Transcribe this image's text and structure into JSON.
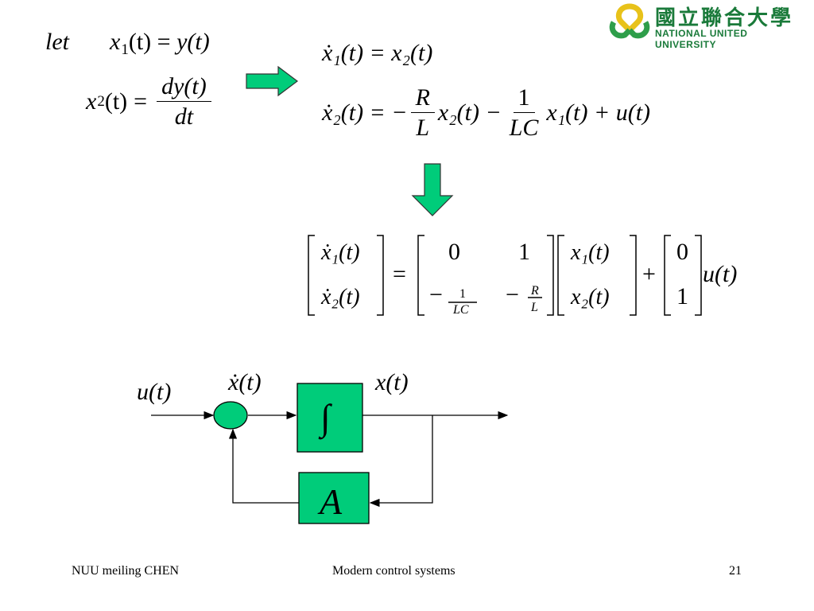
{
  "logo": {
    "chinese": "國立聯合大學",
    "english": "NATIONAL UNITED UNIVERSITY",
    "colors": {
      "green": "#2e9e4a",
      "yellow": "#e8c21a"
    }
  },
  "definitions": {
    "let": "let",
    "line1": {
      "lhs": "x",
      "lhs_sub": "1",
      "arg": "(t)",
      "eq": "=",
      "rhs": "y(t)"
    },
    "line2": {
      "lhs": "x",
      "lhs_sub": "2",
      "arg": "(t)",
      "eq": "=",
      "num": "dy(t)",
      "den": "dt"
    }
  },
  "state_equations": {
    "eq1": "ẋ₁(t) = x₂(t)",
    "eq2": {
      "lhs": "ẋ₂(t) = −",
      "R": "R",
      "L": "L",
      "mid": "x₂(t) −",
      "one": "1",
      "LC": "LC",
      "tail": "x₁(t) + u(t)"
    }
  },
  "matrix_form": {
    "state_deriv": [
      "ẋ₁(t)",
      "ẋ₂(t)"
    ],
    "A": {
      "a11": "0",
      "a12": "1",
      "a21_num": "1",
      "a21_den": "LC",
      "a22_num": "R",
      "a22_den": "L",
      "minus": "−"
    },
    "state": [
      "x₁(t)",
      "x₂(t)"
    ],
    "B": [
      "0",
      "1"
    ],
    "input": "u(t)",
    "eq": "=",
    "plus": "+"
  },
  "block_diagram": {
    "input_label": "u(t)",
    "xdot_label": "ẋ(t)",
    "output_label": "x(t)",
    "integrator_symbol": "∫",
    "feedback_block": "A",
    "block_color": "#00cc7a"
  },
  "arrow_color": "#00cc7a",
  "footer": {
    "left": "NUU meiling CHEN",
    "center": "Modern control systems",
    "page": "21"
  }
}
